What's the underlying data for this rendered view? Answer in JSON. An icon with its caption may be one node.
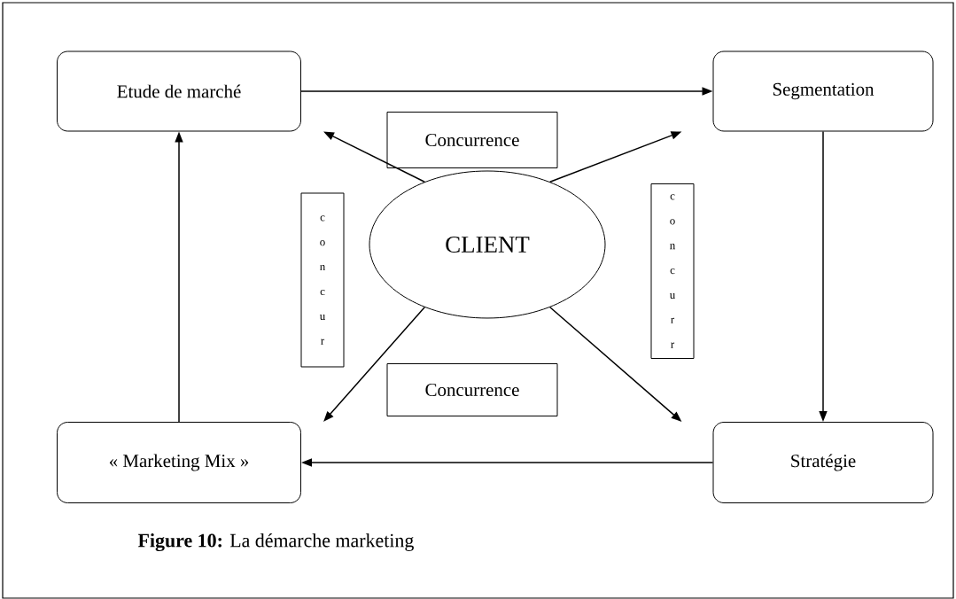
{
  "diagram": {
    "caption": "**Figure 10:** La démarche marketing",
    "nodes": [
      {
        "text": [
          "Etude de marché"
        ]
      },
      {
        "text": [
          "Segmentation"
        ]
      },
      {
        "text": [
          "Concurrence"
        ]
      },
      {
        "text": [
          "c o n c u r"
        ]
      },
      {
        "text": [
          "CLIENT"
        ]
      },
      {
        "text": [
          "c o n c u r r"
        ]
      },
      {
        "text": [
          "Concurrence"
        ]
      },
      {
        "text": [
          "« Marketing Mix »"
        ]
      },
      {
        "text": [
          "Stratégie"
        ]
      }
    ],
    "edges": [
      {
        "from": 0,
        "to": 1,
        "arrow": "to"
      },
      {
        "from": 1,
        "to": 8,
        "arrow": "to"
      },
      {
        "from": 8,
        "to": 7,
        "arrow": "to"
      },
      {
        "from": 7,
        "to": 0,
        "arrow": "to"
      },
      {
        "from": 4,
        "to": 0,
        "arrow": "to"
      },
      {
        "from": 4,
        "to": 1,
        "arrow": "to"
      },
      {
        "from": 4,
        "to": 7,
        "arrow": "to"
      },
      {
        "from": 4,
        "to": 8,
        "arrow": "to"
      }
    ]
  }
}
